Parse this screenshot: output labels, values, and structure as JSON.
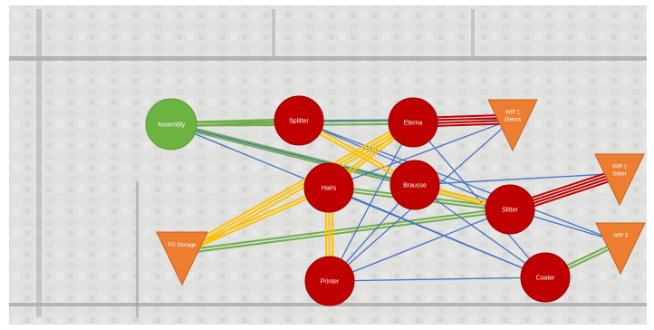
{
  "diagram": {
    "colors": {
      "assembly_fill": "#6db33f",
      "machine_fill": "#c00000",
      "storage_fill": "#ed7d31",
      "green_link": "#70ad47",
      "blue_link": "#4472c4",
      "yellow_link": "#ffc000",
      "red_link": "#c00000"
    },
    "nodes": {
      "assembly": {
        "label": "Assembly",
        "shape": "circle"
      },
      "splitter": {
        "label": "Splitter",
        "shape": "circle"
      },
      "eterna": {
        "label": "Eterna",
        "shape": "circle"
      },
      "hairs": {
        "label": "Hairs",
        "shape": "circle"
      },
      "brausse": {
        "label": "Brausse",
        "shape": "circle"
      },
      "slitter": {
        "label": "Slitter",
        "shape": "circle"
      },
      "printer": {
        "label": "Printer",
        "shape": "circle"
      },
      "coater": {
        "label": "Coater",
        "shape": "circle"
      },
      "wip1_eterna": {
        "label": "WIP 1 Eterna",
        "shape": "triangle"
      },
      "wip2_slitter": {
        "label": "WIP 2 Slitter",
        "shape": "triangle"
      },
      "wip3": {
        "label": "WIP 3",
        "shape": "triangle"
      },
      "fg_storage": {
        "label": "FG Storage",
        "shape": "triangle"
      }
    },
    "links": [
      {
        "from": "assembly",
        "to": "splitter",
        "color": "green",
        "count": 2
      },
      {
        "from": "assembly",
        "to": "eterna",
        "color": "green",
        "count": 2
      },
      {
        "from": "assembly",
        "to": "slitter",
        "color": "green",
        "count": 2
      },
      {
        "from": "assembly",
        "to": "brausse",
        "color": "blue",
        "count": 1
      },
      {
        "from": "assembly",
        "to": "coater",
        "color": "blue",
        "count": 1
      },
      {
        "from": "splitter",
        "to": "slitter",
        "color": "blue",
        "count": 1
      },
      {
        "from": "splitter",
        "to": "brausse",
        "color": "yellow",
        "count": 2
      },
      {
        "from": "splitter",
        "to": "wip1_eterna",
        "color": "blue",
        "count": 1
      },
      {
        "from": "splitter",
        "to": "wip3",
        "color": "blue",
        "count": 1
      },
      {
        "from": "eterna",
        "to": "wip1_eterna",
        "color": "red",
        "count": 4
      },
      {
        "from": "eterna",
        "to": "hairs",
        "color": "yellow",
        "count": 2
      },
      {
        "from": "eterna",
        "to": "fg_storage",
        "color": "yellow",
        "count": 3
      },
      {
        "from": "eterna",
        "to": "printer",
        "color": "blue",
        "count": 1
      },
      {
        "from": "eterna",
        "to": "coater",
        "color": "blue",
        "count": 1
      },
      {
        "from": "hairs",
        "to": "printer",
        "color": "yellow",
        "count": 3
      },
      {
        "from": "hairs",
        "to": "fg_storage",
        "color": "yellow",
        "count": 2
      },
      {
        "from": "hairs",
        "to": "coater",
        "color": "blue",
        "count": 1
      },
      {
        "from": "hairs",
        "to": "slitter",
        "color": "green",
        "count": 2
      },
      {
        "from": "brausse",
        "to": "slitter",
        "color": "yellow",
        "count": 2
      },
      {
        "from": "brausse",
        "to": "wip2_slitter",
        "color": "blue",
        "count": 1
      },
      {
        "from": "brausse",
        "to": "printer",
        "color": "blue",
        "count": 1
      },
      {
        "from": "brausse",
        "to": "coater",
        "color": "blue",
        "count": 1
      },
      {
        "from": "slitter",
        "to": "wip2_slitter",
        "color": "red",
        "count": 4
      },
      {
        "from": "slitter",
        "to": "fg_storage",
        "color": "green",
        "count": 2
      },
      {
        "from": "slitter",
        "to": "wip3",
        "color": "blue",
        "count": 1
      },
      {
        "from": "slitter",
        "to": "printer",
        "color": "blue",
        "count": 1
      },
      {
        "from": "coater",
        "to": "wip3",
        "color": "green",
        "count": 2
      },
      {
        "from": "wip1_eterna",
        "to": "hairs",
        "color": "blue",
        "count": 1
      },
      {
        "from": "wip1_eterna",
        "to": "printer",
        "color": "blue",
        "count": 1
      },
      {
        "from": "printer",
        "to": "coater",
        "color": "blue",
        "count": 1
      }
    ]
  }
}
